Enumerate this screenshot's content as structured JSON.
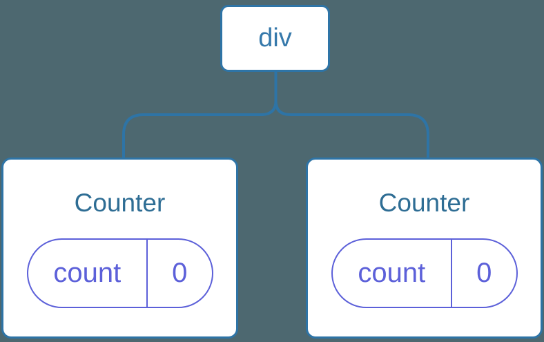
{
  "colors": {
    "bg": "#4D6870",
    "line": "#2E74A6",
    "node_bg": "#FFFFFF",
    "root_text": "#3679AB",
    "component_text": "#2E6D94",
    "state": "#5C60D9"
  },
  "tree": {
    "root": {
      "label": "div"
    },
    "children": [
      {
        "title": "Counter",
        "state": {
          "key": "count",
          "value": "0"
        }
      },
      {
        "title": "Counter",
        "state": {
          "key": "count",
          "value": "0"
        }
      }
    ]
  }
}
